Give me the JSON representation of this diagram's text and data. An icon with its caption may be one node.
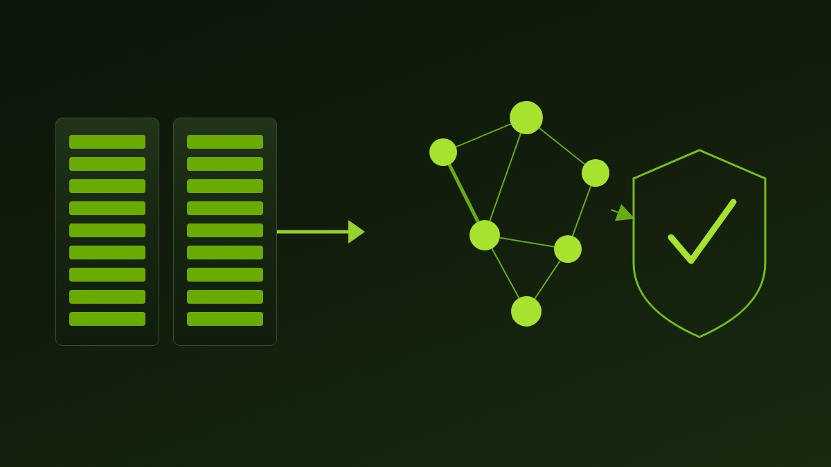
{
  "diagram": {
    "nodes": [
      {
        "text": [],
        "shape": "box"
      },
      {
        "text": [],
        "shape": "box"
      },
      {
        "text": [],
        "shape": "circle"
      },
      {
        "text": [],
        "shape": "circle"
      },
      {
        "text": [],
        "shape": "circle"
      },
      {
        "text": [],
        "shape": "circle"
      },
      {
        "text": [],
        "shape": "circle"
      },
      {
        "text": [],
        "shape": "circle"
      },
      {
        "text": [],
        "shape": "shield"
      }
    ],
    "edges": [
      {
        "from": 1,
        "to": null,
        "arrow": "to",
        "style": "thick",
        "color": "#96d12c"
      },
      {
        "from": 3,
        "to": 2,
        "arrow": "none"
      },
      {
        "from": 2,
        "to": 4,
        "arrow": "none"
      },
      {
        "from": 3,
        "to": 5,
        "arrow": "none",
        "style": "thick"
      },
      {
        "from": 2,
        "to": 5,
        "arrow": "none"
      },
      {
        "from": 4,
        "to": 6,
        "arrow": "none"
      },
      {
        "from": 5,
        "to": 6,
        "arrow": "none"
      },
      {
        "from": 5,
        "to": 7,
        "arrow": "none"
      },
      {
        "from": 6,
        "to": 7,
        "arrow": "none"
      },
      {
        "from": null,
        "to": 8,
        "arrow": "to"
      }
    ]
  }
}
